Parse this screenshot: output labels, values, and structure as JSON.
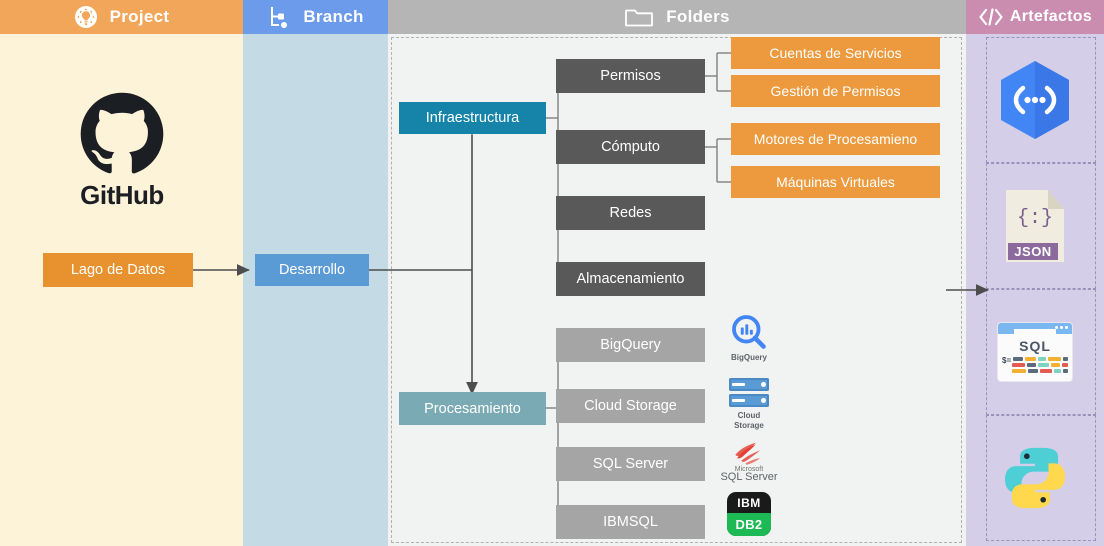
{
  "header": {
    "columns": [
      {
        "label": "Project",
        "icon": "gear-lightbulb-icon",
        "color": "#f2a65a"
      },
      {
        "label": "Branch",
        "icon": "branch-tree-icon",
        "color": "#6b9bea"
      },
      {
        "label": "Folders",
        "icon": "folder-icon",
        "color": "#b5b5b5"
      },
      {
        "label": "Artefactos",
        "icon": "code-brackets-icon",
        "color": "#cb8daf"
      }
    ]
  },
  "project": {
    "logo_label": "GitHub",
    "logo_icon": "github-octocat-icon",
    "datalake": {
      "label": "Lago de Datos",
      "color": "#e8922f"
    }
  },
  "branch": {
    "node": {
      "label": "Desarrollo",
      "color": "#5b9bd5"
    }
  },
  "folders": {
    "groups": [
      {
        "name": "infraestructura-group",
        "parent": {
          "label": "Infraestructura",
          "color": "#1684a8"
        },
        "children": [
          {
            "label": "Permisos",
            "color": "#595959",
            "leaves": [
              {
                "label": "Cuentas de Servicios",
                "color": "#ec9a3d"
              },
              {
                "label": "Gestión de Permisos",
                "color": "#ec9a3d"
              }
            ]
          },
          {
            "label": "Cómputo",
            "color": "#595959",
            "leaves": [
              {
                "label": "Motores de Procesamieno",
                "color": "#ec9a3d"
              },
              {
                "label": "Máquinas Virtuales",
                "color": "#ec9a3d"
              }
            ]
          },
          {
            "label": "Redes",
            "color": "#595959",
            "leaves": []
          },
          {
            "label": "Almacenamiento",
            "color": "#595959",
            "leaves": []
          }
        ]
      },
      {
        "name": "procesamiento-group",
        "parent": {
          "label": "Procesamiento",
          "color": "#7aaab4"
        },
        "children": [
          {
            "label": "BigQuery",
            "color": "#a5a5a5",
            "tech_icon": "bigquery-icon",
            "tech_label": "BigQuery"
          },
          {
            "label": "Cloud Storage",
            "color": "#a5a5a5",
            "tech_icon": "cloud-storage-icon",
            "tech_label": "Cloud\nStorage"
          },
          {
            "label": "SQL Server",
            "color": "#a5a5a5",
            "tech_icon": "sql-server-icon",
            "tech_label": "SQL Server"
          },
          {
            "label": "IBMSQL",
            "color": "#a5a5a5",
            "tech_icon": "ibm-db2-icon",
            "tech_label": "IBM DB2"
          }
        ]
      }
    ]
  },
  "artefactos": {
    "items": [
      {
        "name": "cloud-deployment-icon",
        "label": ""
      },
      {
        "name": "json-file-icon",
        "label": "JSON"
      },
      {
        "name": "sql-editor-icon",
        "label": "SQL"
      },
      {
        "name": "python-logo-icon",
        "label": ""
      }
    ]
  },
  "tech": {
    "bigquery_label": "BigQuery",
    "cloud_storage_line1": "Cloud",
    "cloud_storage_line2": "Storage",
    "sqlserver_brand": "Microsoft",
    "sqlserver_name": "SQL Server",
    "db2_top": "IBM",
    "db2_bottom": "DB2"
  }
}
